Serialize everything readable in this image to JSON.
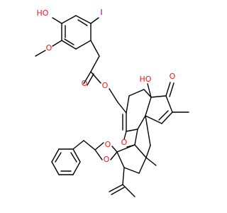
{
  "molecule": {
    "atom_labels": {
      "hydroxyl_top": "HO",
      "iodo": "I",
      "methoxy_o": "O",
      "ester_carbonyl_o": "O",
      "ester_link_o": "O",
      "ring_hydroxyl": "HO",
      "ketone_o": "O",
      "epoxy_o": "O",
      "orthoester_o1": "O",
      "orthoester_o2": "O"
    },
    "colors": {
      "oxygen": "#e41a1c",
      "iodine": "#8b008b",
      "carbon_bond": "#000000"
    }
  }
}
